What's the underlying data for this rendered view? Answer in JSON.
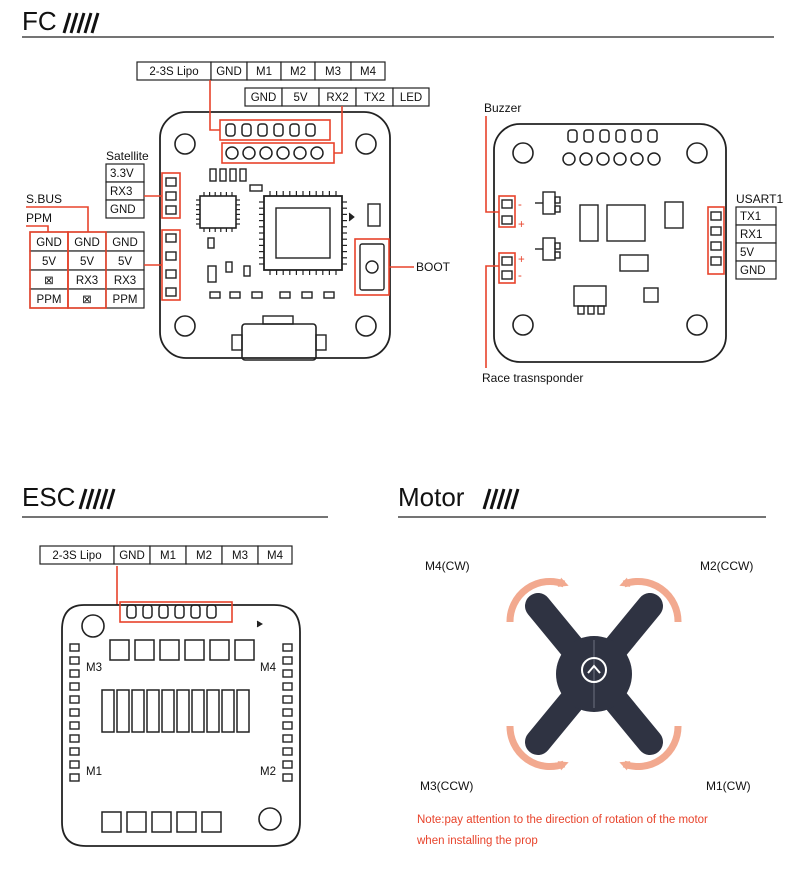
{
  "sections": {
    "fc": "FC",
    "esc": "ESC",
    "motor": "Motor"
  },
  "fc": {
    "top_row": [
      "2-3S Lipo",
      "GND",
      "M1",
      "M2",
      "M3",
      "M4"
    ],
    "second_row": [
      "GND",
      "5V",
      "RX2",
      "TX2",
      "LED"
    ],
    "satellite_label": "Satellite",
    "satellite_pins": [
      "3.3V",
      "RX3",
      "GND"
    ],
    "sbus_label": "S.BUS",
    "ppm_label": "PPM",
    "left_grid": [
      [
        "GND",
        "GND",
        "GND"
      ],
      [
        "5V",
        "5V",
        "5V"
      ],
      [
        "⊠",
        "RX3",
        "RX3"
      ],
      [
        "PPM",
        "⊠",
        "PPM"
      ]
    ],
    "boot_label": "BOOT",
    "buzzer_label": "Buzzer",
    "race_label": "Race trasnsponder",
    "usart_label": "USART1",
    "usart_pins": [
      "TX1",
      "RX1",
      "5V",
      "GND"
    ],
    "polarity_plus": "+",
    "polarity_minus": "-"
  },
  "esc": {
    "top_row": [
      "2-3S Lipo",
      "GND",
      "M1",
      "M2",
      "M3",
      "M4"
    ],
    "pad_labels": {
      "m3": "M3",
      "m4": "M4",
      "m1": "M1",
      "m2": "M2"
    }
  },
  "motor": {
    "labels": {
      "m4": "M4(CW)",
      "m2": "M2(CCW)",
      "m3": "M3(CCW)",
      "m1": "M1(CW)"
    },
    "note_line1": "Note:pay attention to the direction of rotation of the motor",
    "note_line2": "when installing the prop"
  },
  "colors": {
    "highlight": "#e8432b",
    "arrow": "#f2a98f",
    "frame": "#2f3342",
    "ink": "#1a1a1a"
  }
}
